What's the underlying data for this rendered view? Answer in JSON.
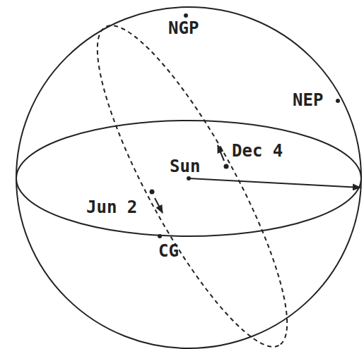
{
  "diagram": {
    "labels": [
      "NGP",
      "NEP",
      "Sun",
      "Dec 4",
      "Jun 2",
      "CG"
    ]
  }
}
